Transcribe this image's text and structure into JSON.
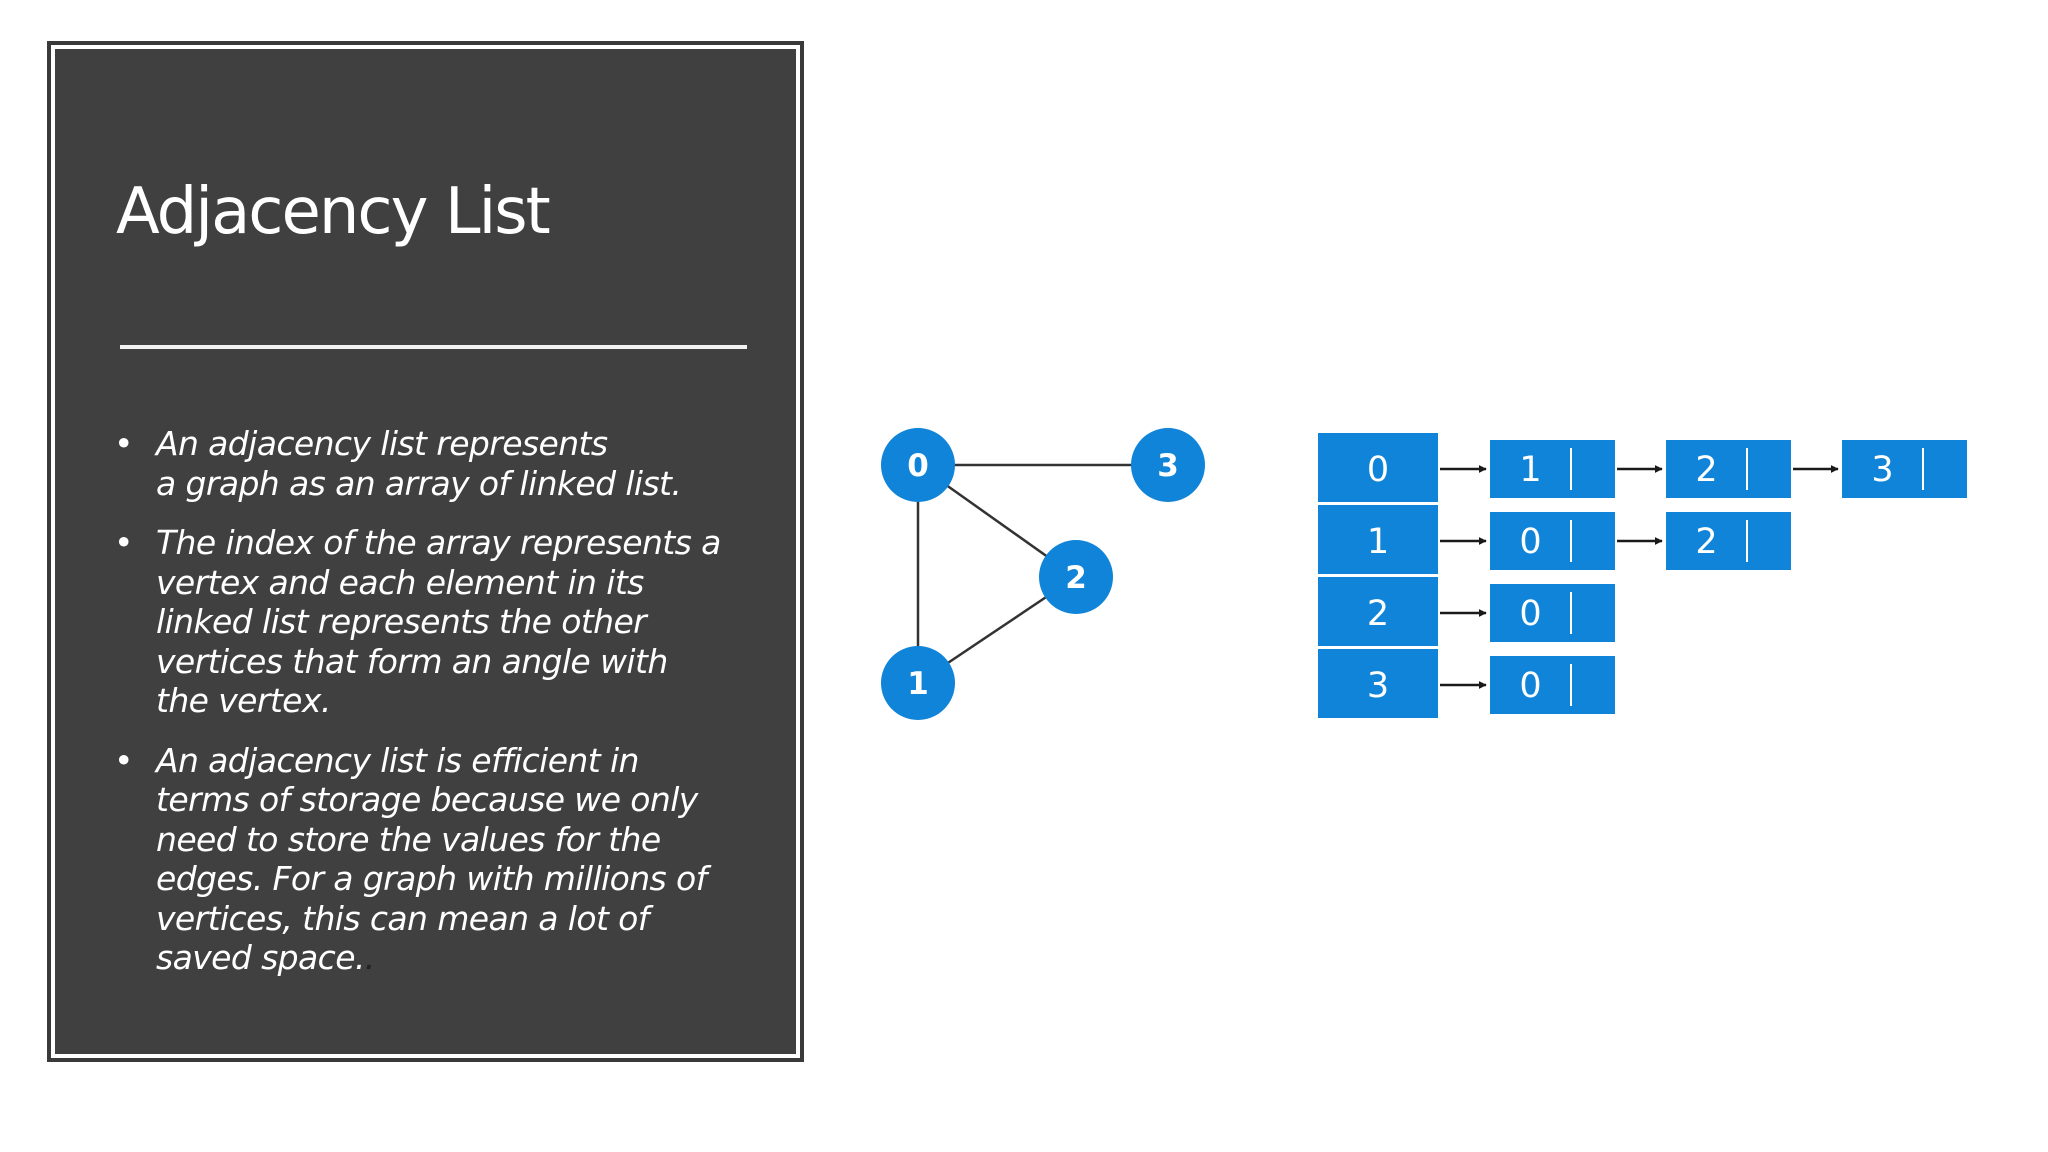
{
  "slide": {
    "title": "Adjacency List",
    "bullets": [
      {
        "lines": [
          "An adjacency list represents",
          "a graph as an array of linked list."
        ]
      },
      {
        "lines": [
          "The index of the array represents a",
          "vertex and each element in its",
          "linked list represents the other",
          "vertices that form an angle with",
          "the vertex."
        ]
      },
      {
        "lines": [
          "An adjacency list is efficient in",
          "terms of storage because we only",
          "need to store the values for the",
          "edges. For a graph with millions of",
          "vertices, this can mean a lot of",
          "saved space."
        ],
        "trailing": "."
      }
    ],
    "bullet_glyph": "•"
  },
  "colors": {
    "panel": "#404040",
    "node": "#0f84d8",
    "edge": "#333333",
    "text": "#ffffff"
  },
  "graph": {
    "nodes": [
      "0",
      "1",
      "2",
      "3"
    ],
    "edges": [
      [
        "0",
        "3"
      ],
      [
        "0",
        "2"
      ],
      [
        "0",
        "1"
      ],
      [
        "1",
        "2"
      ]
    ]
  },
  "adjacency_list": [
    {
      "index": "0",
      "neighbors": [
        "1",
        "2",
        "3"
      ]
    },
    {
      "index": "1",
      "neighbors": [
        "0",
        "2"
      ]
    },
    {
      "index": "2",
      "neighbors": [
        "0"
      ]
    },
    {
      "index": "3",
      "neighbors": [
        "0"
      ]
    }
  ]
}
